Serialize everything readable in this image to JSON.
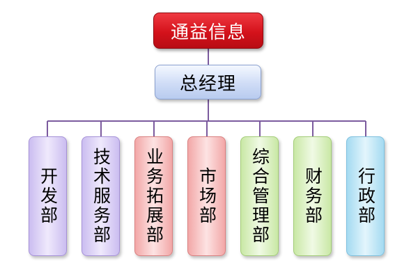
{
  "company": {
    "label": "通益信息"
  },
  "manager": {
    "label": "总经理"
  },
  "departments": [
    {
      "label": "开发部",
      "color": "#cbbdf0"
    },
    {
      "label": "技术服务部",
      "color": "#cbbdf0"
    },
    {
      "label": "业务拓展部",
      "color": "#f2a7a7"
    },
    {
      "label": "市场部",
      "color": "#f2a7a7"
    },
    {
      "label": "综合管理部",
      "color": "#c9e8a5"
    },
    {
      "label": "财务部",
      "color": "#c9e8a5"
    },
    {
      "label": "行政部",
      "color": "#a4daf1"
    }
  ],
  "connector_color": "#7b5a9e"
}
